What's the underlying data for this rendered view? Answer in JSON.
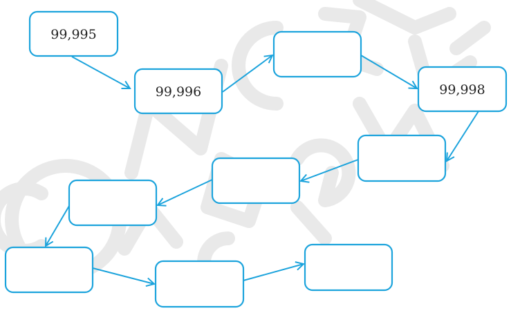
{
  "diagram": {
    "boxes": [
      {
        "id": "b1",
        "value": "99,995"
      },
      {
        "id": "b2",
        "value": "99,996"
      },
      {
        "id": "b3",
        "value": ""
      },
      {
        "id": "b4",
        "value": "99,998"
      },
      {
        "id": "b5",
        "value": ""
      },
      {
        "id": "b6",
        "value": ""
      },
      {
        "id": "b7",
        "value": ""
      },
      {
        "id": "b8",
        "value": ""
      },
      {
        "id": "b9",
        "value": ""
      },
      {
        "id": "b10",
        "value": ""
      }
    ],
    "edges": [
      [
        "b1",
        "b2"
      ],
      [
        "b2",
        "b3"
      ],
      [
        "b3",
        "b4"
      ],
      [
        "b4",
        "b5"
      ],
      [
        "b5",
        "b6"
      ],
      [
        "b6",
        "b7"
      ],
      [
        "b7",
        "b8"
      ],
      [
        "b8",
        "b9"
      ],
      [
        "b9",
        "b10"
      ]
    ],
    "colors": {
      "stroke": "#1ba3dc",
      "text": "#222222",
      "watermark": "#e9e9e9"
    }
  }
}
